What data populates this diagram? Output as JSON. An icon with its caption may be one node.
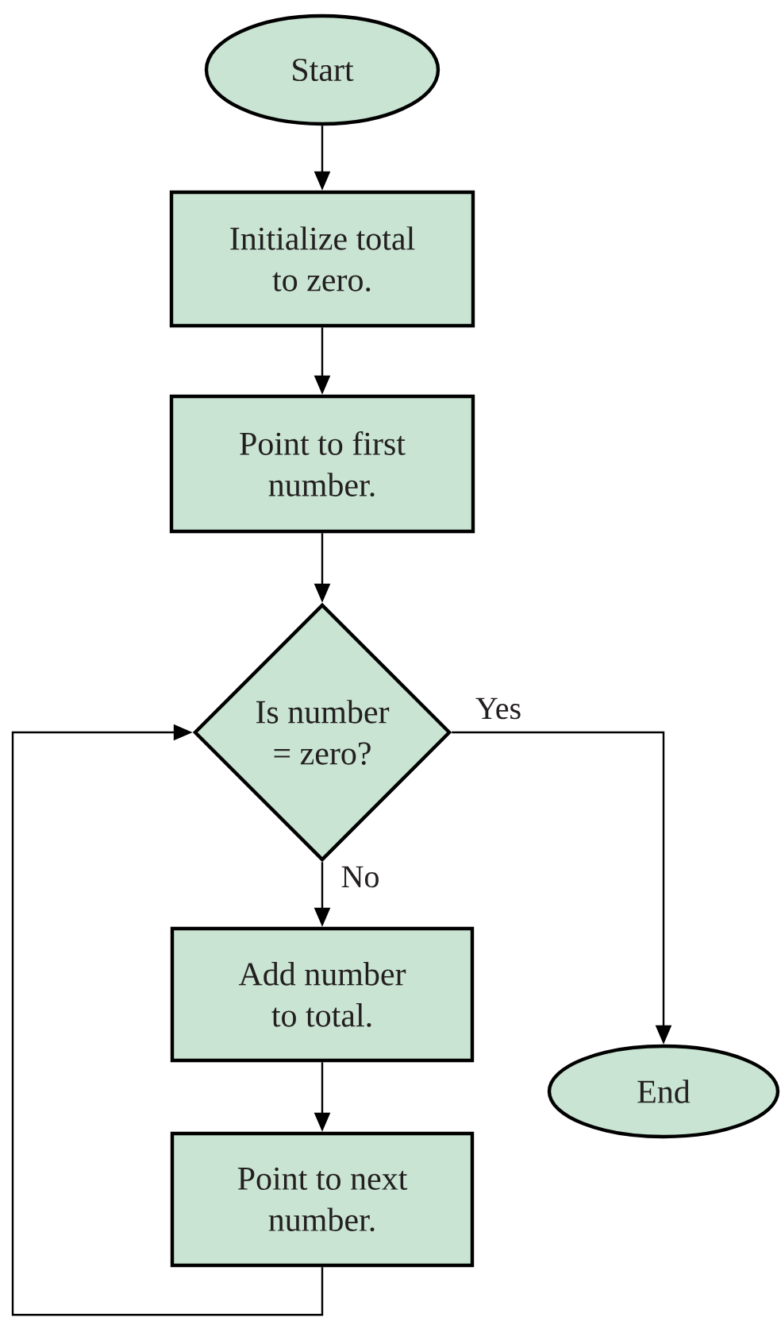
{
  "diagram": {
    "nodes": [
      {
        "text": [
          "Start"
        ]
      },
      {
        "text": [
          "Initialize total to zero."
        ]
      },
      {
        "text": [
          "Point to first number."
        ]
      },
      {
        "text": [
          "Is number = zero?"
        ]
      },
      {
        "text": [
          "Add number to total."
        ]
      },
      {
        "text": [
          "End"
        ]
      },
      {
        "text": [
          "Point to next number."
        ]
      }
    ],
    "edges": [
      {
        "from": 0,
        "to": 1,
        "arrow": "to"
      },
      {
        "from": 1,
        "to": 2,
        "arrow": "to"
      },
      {
        "from": 2,
        "to": 3,
        "arrow": "to"
      },
      {
        "from": 3,
        "to": 5,
        "arrow": "to",
        "label": "Yes"
      },
      {
        "from": 3,
        "to": 4,
        "arrow": "to",
        "label": "No"
      },
      {
        "from": 4,
        "to": 6,
        "arrow": "to"
      },
      {
        "from": 6,
        "to": 3,
        "arrow": "to"
      }
    ]
  }
}
